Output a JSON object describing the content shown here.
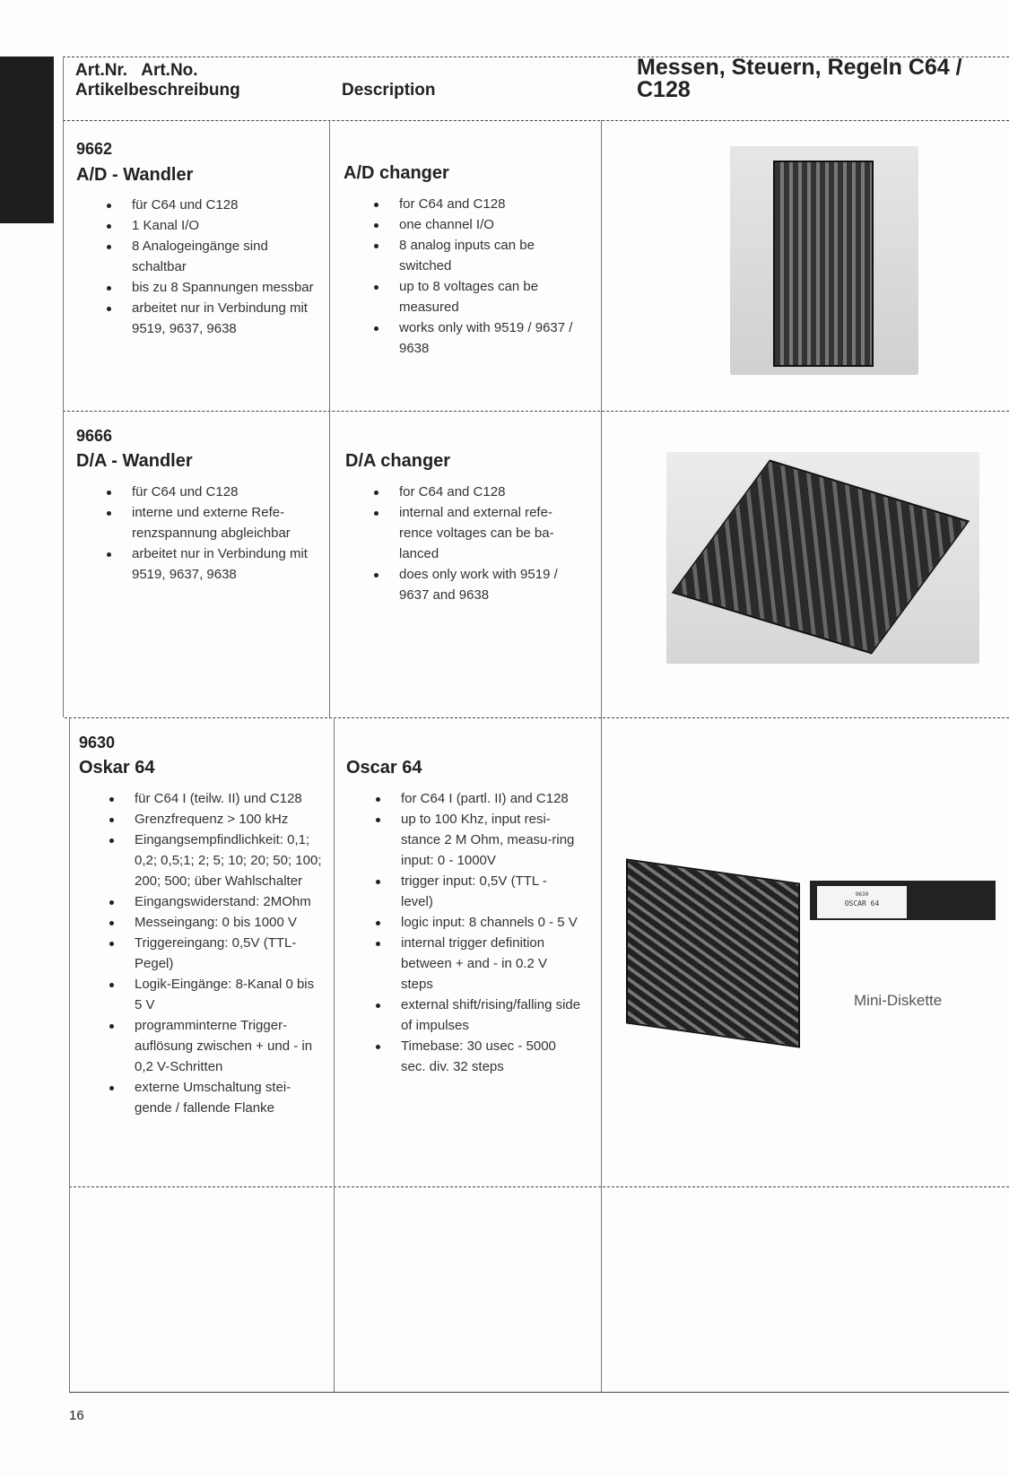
{
  "header": {
    "artnr": "Art.Nr.",
    "artno": "Art.No.",
    "artikelbeschreibung": "Artikelbeschreibung",
    "description": "Description",
    "title_line1": "Messen, Steuern, Regeln C64 /",
    "title_line2": "C128"
  },
  "items": [
    {
      "number": "9662",
      "name_de": "A/D - Wandler",
      "name_en": "A/D changer",
      "bullets_de": [
        "für C64 und C128",
        "1 Kanal I/O",
        "8 Analogeingänge sind schaltbar",
        "bis zu 8 Spannungen messbar",
        "arbeitet nur in Verbindung mit 9519, 9637, 9638"
      ],
      "bullets_en": [
        "for C64 and C128",
        "one channel I/O",
        "8 analog inputs can be switched",
        "up to 8 voltages can be measured",
        "works only with 9519 / 9637 / 9638"
      ]
    },
    {
      "number": "9666",
      "name_de": "D/A - Wandler",
      "name_en": "D/A changer",
      "bullets_de": [
        "für C64 und C128",
        "interne und externe Refe-renzspannung abgleichbar",
        "arbeitet nur in Verbindung mit 9519, 9637, 9638"
      ],
      "bullets_en": [
        "for C64 and C128",
        "internal and external refe-rence voltages can be ba-lanced",
        "does only work with 9519 / 9637 and 9638"
      ]
    },
    {
      "number": "9630",
      "name_de": "Oskar 64",
      "name_en": "Oscar 64",
      "bullets_de": [
        "für C64 I (teilw. II) und C128",
        "Grenzfrequenz > 100 kHz",
        "Eingangsempfindlichkeit: 0,1; 0,2; 0,5;1; 2; 5; 10; 20; 50; 100; 200; 500; über Wahlschalter",
        "Eingangswiderstand: 2MOhm",
        "Messeingang: 0 bis 1000 V",
        "Triggereingang: 0,5V (TTL-Pegel)",
        "Logik-Eingänge: 8-Kanal 0 bis 5 V",
        "programminterne Trigger-auflösung zwischen + und - in 0,2 V-Schritten",
        "externe Umschaltung stei-gende / fallende Flanke"
      ],
      "bullets_en": [
        "for C64 I (partl. II) and C128",
        "up to 100 Khz, input resi-stance 2 M Ohm, measu-ring input: 0 - 1000V",
        "trigger input: 0,5V (TTL - level)",
        "logic input: 8 channels 0 - 5 V",
        "internal trigger definition between + and - in 0.2 V steps",
        "external shift/rising/falling side of impulses",
        "Timebase: 30 usec - 5000 sec. div. 32 steps"
      ],
      "disk_label_number": "9630",
      "disk_label_name": "OSCAR 64",
      "disk_caption": "Mini-Diskette"
    }
  ],
  "page_number": "16"
}
